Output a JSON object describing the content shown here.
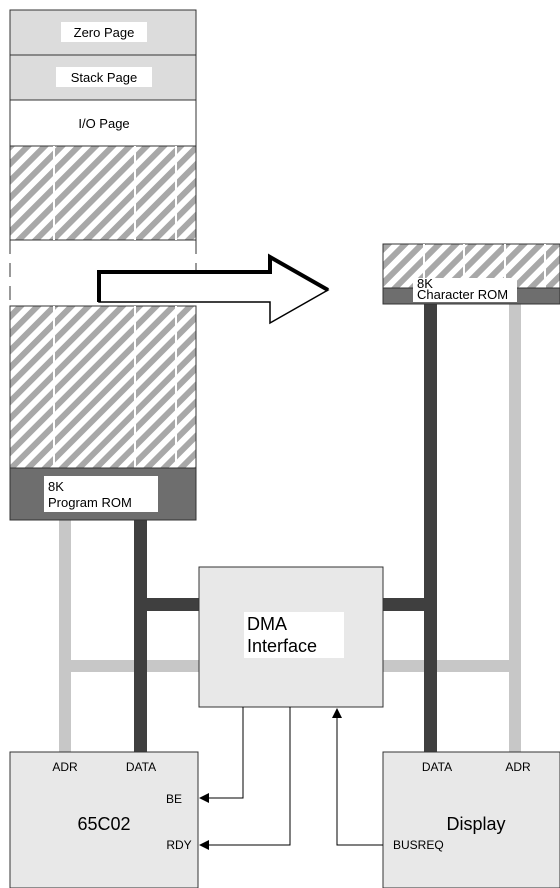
{
  "memory_map": {
    "zero_page": "Zero Page",
    "stack_page": "Stack Page",
    "io_page": "I/O Page",
    "program_rom": [
      "8K",
      "Program ROM"
    ]
  },
  "character_rom": [
    "8K",
    "Character ROM"
  ],
  "dma": [
    "DMA",
    "Interface"
  ],
  "cpu": {
    "name": "65C02",
    "adr": "ADR",
    "data": "DATA",
    "be": "BE",
    "rdy": "RDY"
  },
  "display": {
    "name": "Display",
    "data": "DATA",
    "adr": "ADR",
    "busreq": "BUSREQ"
  },
  "colors": {
    "dark_bus": "#3f3f3f",
    "light_bus": "#c7c7c7",
    "box_fill": "#e8e8e8",
    "rom_band": "#6e6e6e",
    "page_fill": "#dcdcdc"
  }
}
